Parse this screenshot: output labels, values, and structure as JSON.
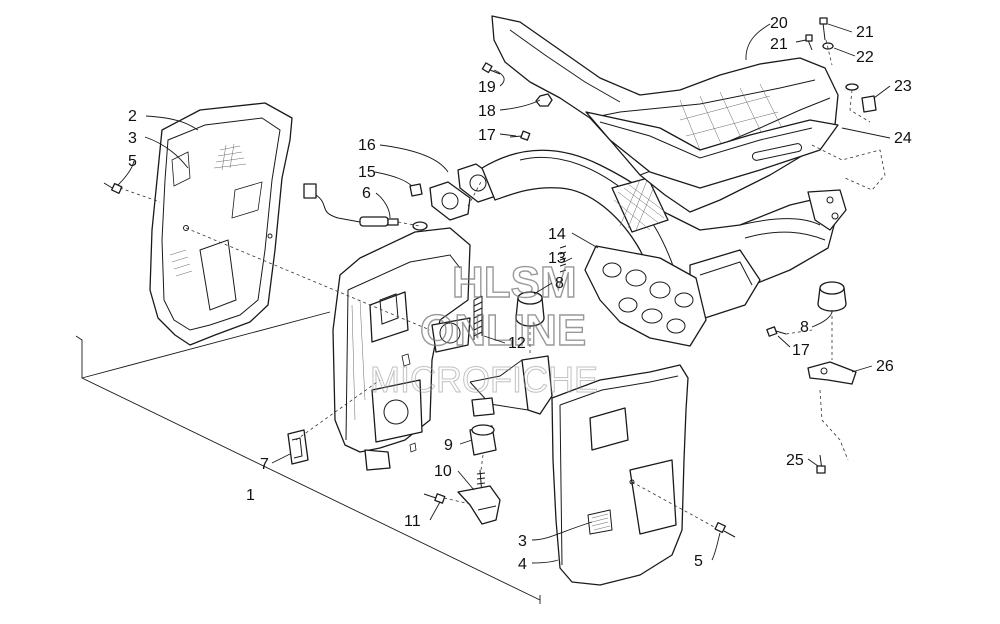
{
  "watermark": {
    "line1": "HLSM",
    "line2": "ONLINE",
    "line3": "MICROFICHE"
  },
  "callouts": [
    {
      "id": "c2",
      "label": "2"
    },
    {
      "id": "c3a",
      "label": "3"
    },
    {
      "id": "c5a",
      "label": "5"
    },
    {
      "id": "c16",
      "label": "16"
    },
    {
      "id": "c15",
      "label": "15"
    },
    {
      "id": "c6",
      "label": "6"
    },
    {
      "id": "c19",
      "label": "19"
    },
    {
      "id": "c18",
      "label": "18"
    },
    {
      "id": "c17a",
      "label": "17"
    },
    {
      "id": "c20",
      "label": "20"
    },
    {
      "id": "c21a",
      "label": "21"
    },
    {
      "id": "c21b",
      "label": "21"
    },
    {
      "id": "c22",
      "label": "22"
    },
    {
      "id": "c23",
      "label": "23"
    },
    {
      "id": "c24",
      "label": "24"
    },
    {
      "id": "c14",
      "label": "14"
    },
    {
      "id": "c13",
      "label": "13"
    },
    {
      "id": "c8a",
      "label": "8"
    },
    {
      "id": "c8b",
      "label": "8"
    },
    {
      "id": "c17b",
      "label": "17"
    },
    {
      "id": "c12",
      "label": "12"
    },
    {
      "id": "c26",
      "label": "26"
    },
    {
      "id": "c25",
      "label": "25"
    },
    {
      "id": "c7",
      "label": "7"
    },
    {
      "id": "c9",
      "label": "9"
    },
    {
      "id": "c10",
      "label": "10"
    },
    {
      "id": "c11",
      "label": "11"
    },
    {
      "id": "c1",
      "label": "1"
    },
    {
      "id": "c3b",
      "label": "3"
    },
    {
      "id": "c4",
      "label": "4"
    },
    {
      "id": "c5b",
      "label": "5"
    }
  ]
}
